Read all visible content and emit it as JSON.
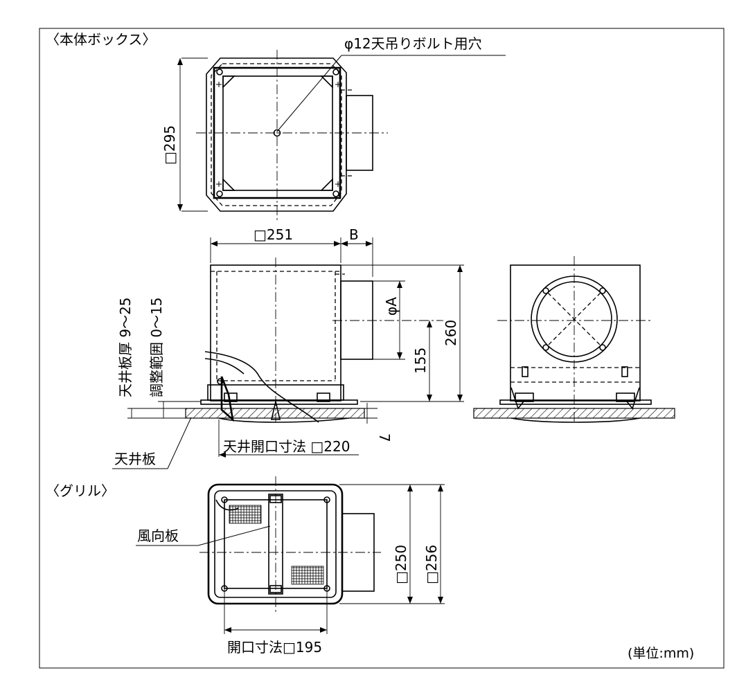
{
  "sections": {
    "main_box": "〈本体ボックス〉",
    "grille": "〈グリル〉"
  },
  "labels": {
    "bolt_hole": "φ12天吊りボルト用穴",
    "box_size": "□295",
    "width_251": "□251",
    "dim_b": "B",
    "dim_phi_a": "φA",
    "height_260": "260",
    "height_155": "155",
    "dim_7": "7",
    "ceiling_thickness": "天井板厚 9〜25",
    "adjust_range": "調整範囲 0〜15",
    "ceiling_opening": "天井開口寸法 □220",
    "ceiling_board": "天井板",
    "louver": "風向板",
    "grille_250": "□250",
    "grille_256": "□256",
    "opening_195": "開口寸法□195",
    "unit": "(単位:mm)"
  }
}
